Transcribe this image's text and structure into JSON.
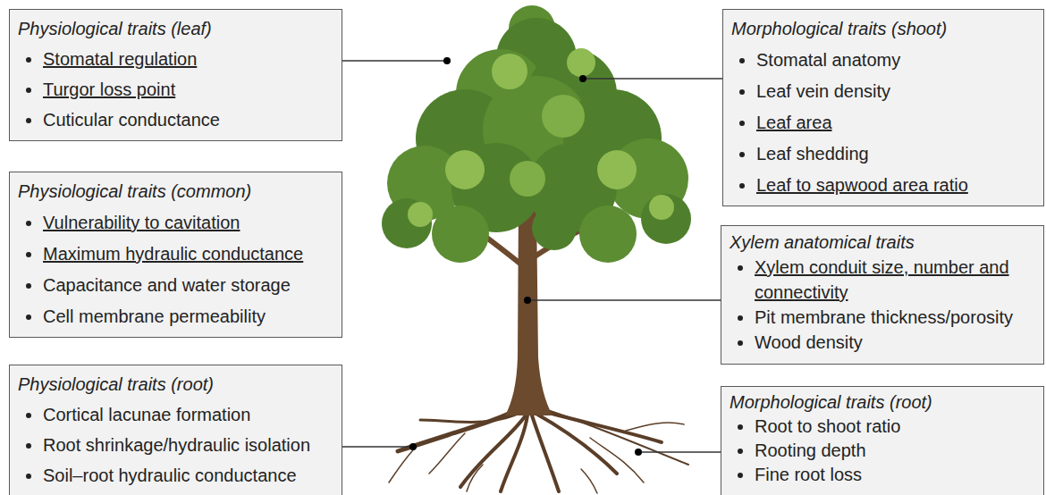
{
  "diagram": {
    "nodes": [
      {
        "text": [
          "Physiological traits (leaf)",
          "Stomatal regulation",
          "Turgor loss point",
          "Cuticular conductance"
        ]
      },
      {
        "text": [
          "Morphological traits (shoot)",
          "Stomatal anatomy",
          "Leaf vein density",
          "Leaf area",
          "Leaf shedding",
          "Leaf to sapwood area ratio"
        ]
      },
      {
        "text": [
          "Physiological traits (common)",
          "Vulnerability to cavitation",
          "Maximum hydraulic conductance",
          "Capacitance and water storage",
          "Cell membrane permeability"
        ]
      },
      {
        "text": [
          "Xylem anatomical traits",
          "Xylem conduit size, number and connectivity",
          "Pit membrane thickness/porosity",
          "Wood density"
        ]
      },
      {
        "text": [
          "Physiological traits (root)",
          "Cortical lacunae formation",
          "Root shrinkage/hydraulic isolation",
          "Soil–root hydraulic conductance"
        ]
      },
      {
        "text": [
          "Morphological traits (root)",
          "Root to shoot ratio",
          "Rooting depth",
          "Fine root loss"
        ]
      }
    ]
  }
}
